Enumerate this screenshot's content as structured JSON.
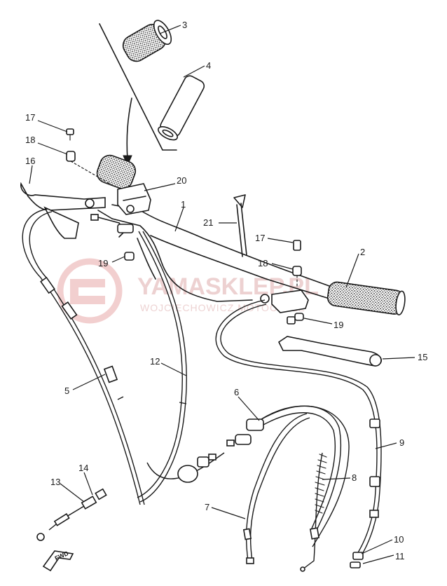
{
  "watermark": {
    "brand": "YAMASKLEP.PL",
    "sub": "WOJCIECHOWICZ MOTOCYKLE"
  },
  "direction_label": "FWD",
  "callouts": [
    {
      "id": "c1",
      "label": "1"
    },
    {
      "id": "c2",
      "label": "2"
    },
    {
      "id": "c3",
      "label": "3"
    },
    {
      "id": "c4",
      "label": "4"
    },
    {
      "id": "c5",
      "label": "5"
    },
    {
      "id": "c6",
      "label": "6"
    },
    {
      "id": "c7",
      "label": "7"
    },
    {
      "id": "c8",
      "label": "8"
    },
    {
      "id": "c9",
      "label": "9"
    },
    {
      "id": "c10",
      "label": "10"
    },
    {
      "id": "c11",
      "label": "11"
    },
    {
      "id": "c12",
      "label": "12"
    },
    {
      "id": "c13",
      "label": "13"
    },
    {
      "id": "c14",
      "label": "14"
    },
    {
      "id": "c15",
      "label": "15"
    },
    {
      "id": "c16",
      "label": "16"
    },
    {
      "id": "c17a",
      "label": "17"
    },
    {
      "id": "c17b",
      "label": "17"
    },
    {
      "id": "c18a",
      "label": "18"
    },
    {
      "id": "c18b",
      "label": "18"
    },
    {
      "id": "c19a",
      "label": "19"
    },
    {
      "id": "c19b",
      "label": "19"
    },
    {
      "id": "c20",
      "label": "20"
    },
    {
      "id": "c21",
      "label": "21"
    }
  ]
}
